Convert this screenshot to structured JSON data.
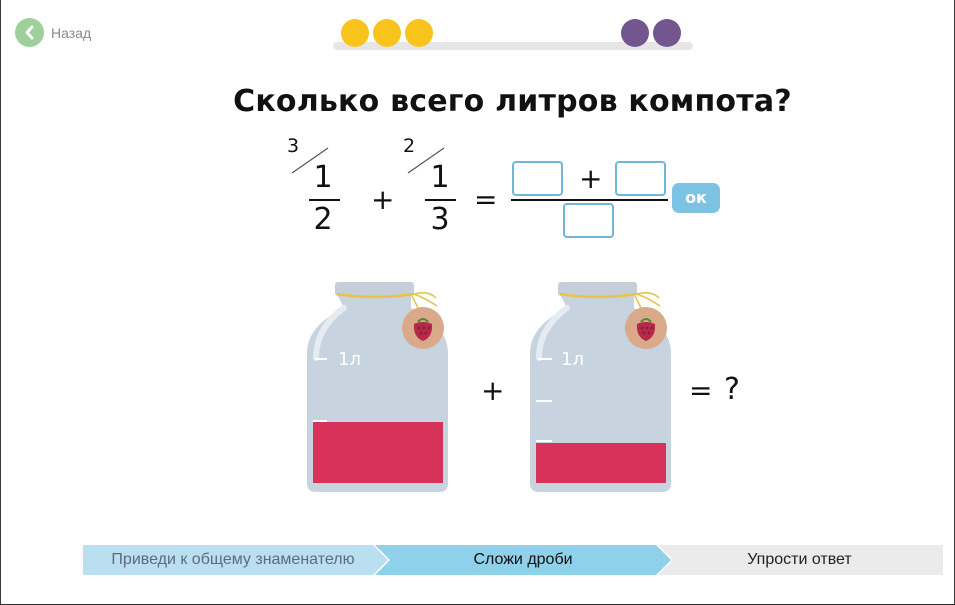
{
  "nav": {
    "back_label": "Назад",
    "back_icon": "chevron-left-icon"
  },
  "progress": {
    "done_count": 3,
    "remaining_count": 2,
    "colors": {
      "done": "#f8c31a",
      "remaining": "#73558f",
      "track": "#e6e6e6"
    }
  },
  "title": "Сколько всего литров компота?",
  "equation": {
    "fraction_a": {
      "numerator": "1",
      "denominator": "2",
      "multiplier": "3"
    },
    "plus": "+",
    "fraction_b": {
      "numerator": "1",
      "denominator": "3",
      "multiplier": "2"
    },
    "equals": "=",
    "answer": {
      "numerator_left": "",
      "plus": "+",
      "numerator_right": "",
      "denominator": ""
    },
    "ok_label": "ок"
  },
  "jars": {
    "left": {
      "mark_label": "1л",
      "fill_fraction": 0.5,
      "tag_icon": "raspberry-icon"
    },
    "plus": "+",
    "right": {
      "mark_label": "1л",
      "fill_fraction": 0.333,
      "tag_icon": "raspberry-icon"
    },
    "equals": "=",
    "question": "?",
    "colors": {
      "jar": "#c7d3de",
      "liquid": "#d7335a",
      "lid": "#c4cfd9",
      "tag": "#d9a98a"
    }
  },
  "steps": [
    {
      "label": "Приведи к общему знаменателю",
      "state": "done"
    },
    {
      "label": "Сложи дроби",
      "state": "active"
    },
    {
      "label": "Упрости ответ",
      "state": "pending"
    }
  ],
  "step_colors": {
    "done": "#b9dff0",
    "active": "#8fd0ea",
    "pending": "#ebebeb"
  }
}
